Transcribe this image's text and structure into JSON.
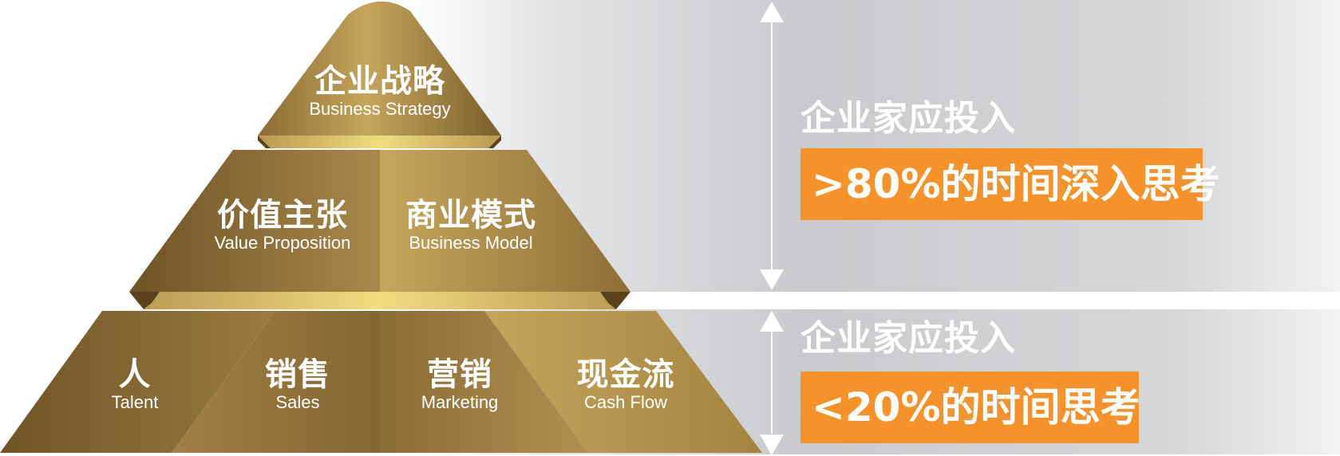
{
  "pyramid": {
    "top": {
      "zh": "企业战略",
      "en": "Business Strategy"
    },
    "middle": [
      {
        "zh": "价值主张",
        "en": "Value Proposition"
      },
      {
        "zh": "商业模式",
        "en": "Business Model"
      }
    ],
    "bottom": [
      {
        "zh": "人",
        "en": "Talent"
      },
      {
        "zh": "销售",
        "en": "Sales"
      },
      {
        "zh": "营销",
        "en": "Marketing"
      },
      {
        "zh": "现金流",
        "en": "Cash Flow"
      }
    ]
  },
  "upper_section": {
    "label": "企业家应投入",
    "callout": ">80%的时间深入思考"
  },
  "lower_section": {
    "label": "企业家应投入",
    "callout": "<20%的时间思考"
  },
  "colors": {
    "gold_dark": "#7a5e2c",
    "gold_light": "#c6a75c",
    "band_yellow": "#efd77b",
    "accent_orange": "#f5932a",
    "panel_gray": "#c9cacd"
  }
}
